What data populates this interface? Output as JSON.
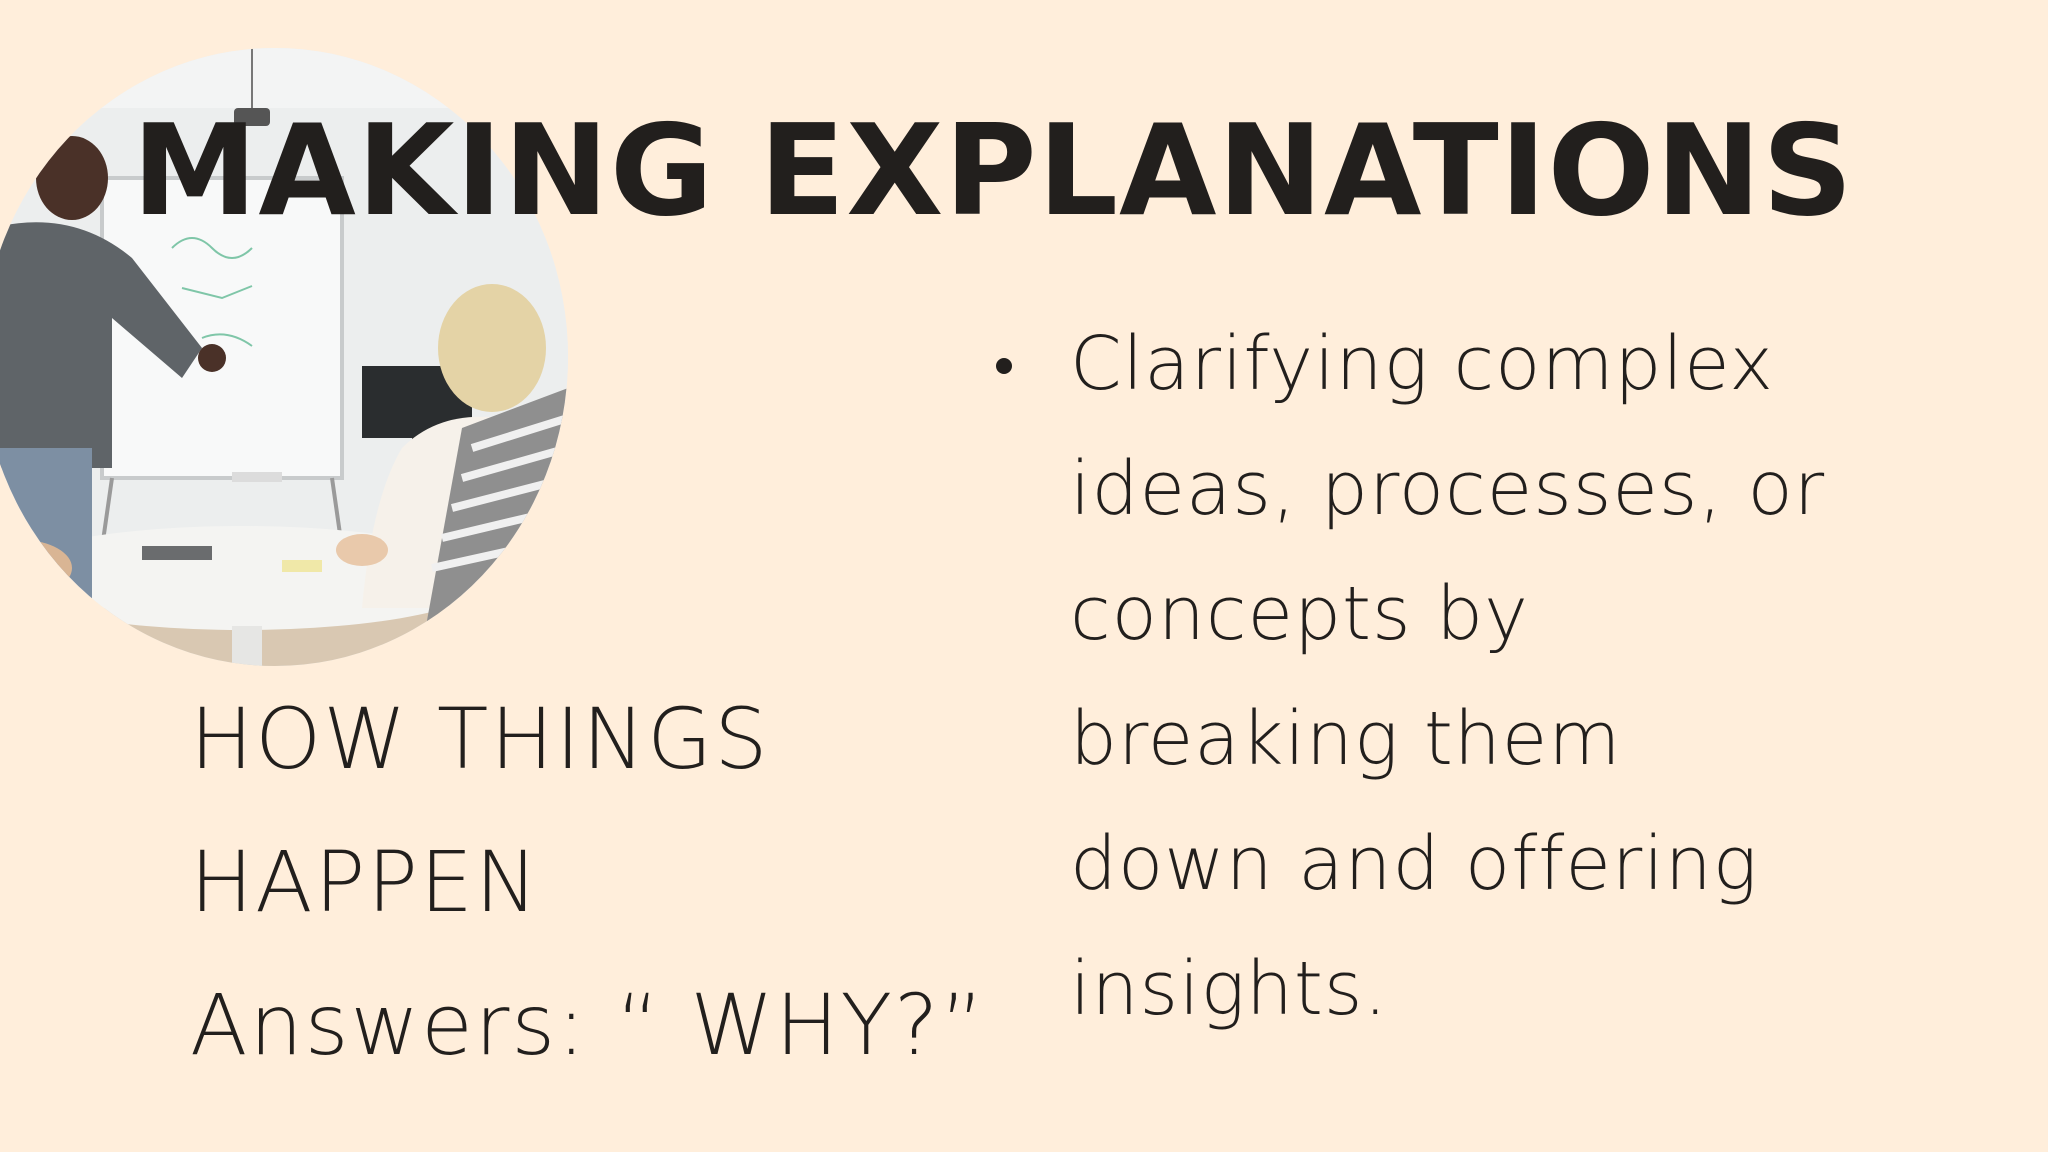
{
  "slide": {
    "title": "MAKING EXPLANATIONS",
    "left_lines": [
      "HOW THINGS",
      "HAPPEN",
      "Answers: “ WHY?”"
    ],
    "bullets": [
      {
        "lines": [
          "Clarifying complex",
          "ideas, processes, or",
          "concepts by",
          "breaking them",
          "down and offering",
          "insights."
        ]
      }
    ]
  },
  "colors": {
    "background": "#ffeedb",
    "text": "#221f1d"
  }
}
